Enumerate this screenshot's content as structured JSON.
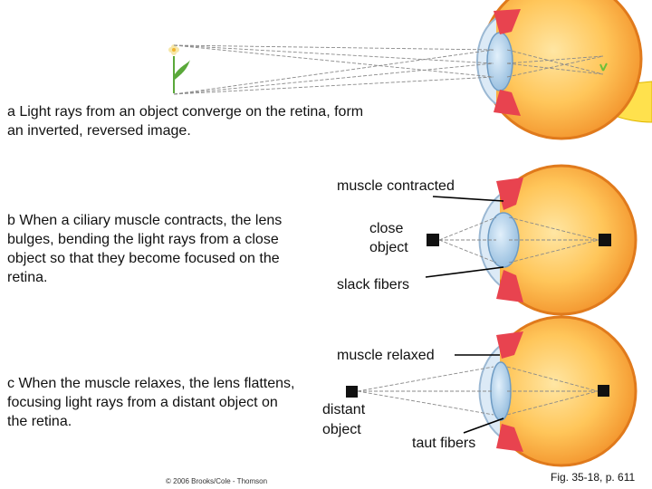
{
  "captions": {
    "a": "a  Light rays from an object converge on the retina, form an inverted, reversed image.",
    "b": "b  When a ciliary muscle contracts, the lens bulges, bending the light rays from a close object so that they become focused on the retina.",
    "c": "c  When the muscle relaxes, the lens flattens, focusing light rays from a distant object on the retina."
  },
  "labels": {
    "muscle_contracted": "muscle contracted",
    "close_object_1": "close",
    "close_object_2": "object",
    "slack_fibers": "slack fibers",
    "muscle_relaxed": "muscle relaxed",
    "distant_object_1": "distant",
    "distant_object_2": "object",
    "taut_fibers": "taut fibers"
  },
  "credit": "© 2006 Brooks/Cole - Thomson",
  "figure_ref": "Fig. 35-18, p. 611",
  "colors": {
    "sclera": "#f39a2c",
    "retina_inner": "#ffd27a",
    "lens": "#a9cdea",
    "cornea": "#cfe3f3",
    "ciliary_muscle": "#e8434f",
    "optic_nerve": "#ffe14d",
    "ray": "#8a8a8a"
  }
}
